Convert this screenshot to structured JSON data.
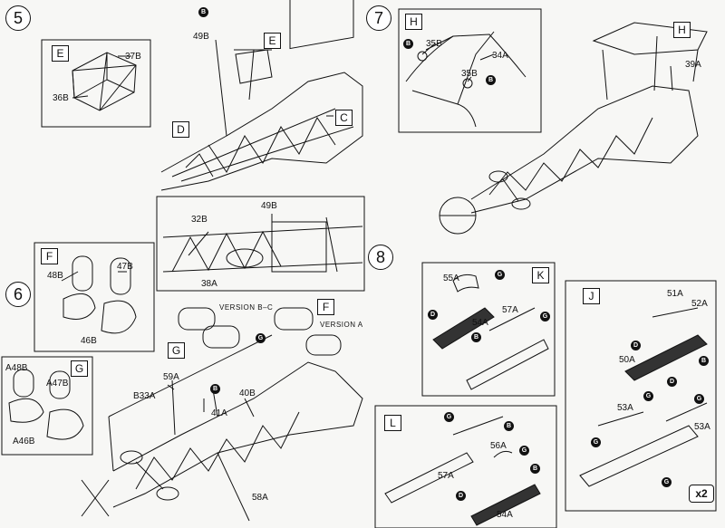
{
  "steps": [
    "5",
    "6",
    "7",
    "8"
  ],
  "boxes": [
    "E",
    "D",
    "C",
    "H",
    "F",
    "G",
    "K",
    "J",
    "L"
  ],
  "parts": {
    "p37B": "37B",
    "p36B": "36B",
    "p49B_5": "49B",
    "p49B_detail": "49B",
    "p32B": "32B",
    "p38A": "38A",
    "p35B_a": "35B",
    "p35B_b": "35B",
    "p34A": "34A",
    "p39A": "39A",
    "p48B": "48B",
    "p47B": "47B",
    "p46B": "46B",
    "pA48B": "A48B",
    "pA47B": "A47B",
    "pA46B": "A46B",
    "p59A": "59A",
    "pB33A": "B33A",
    "p41A": "41A",
    "p40B": "40B",
    "p58A": "58A",
    "p55A": "55A",
    "p54A_k": "54A",
    "p57A": "57A",
    "p51A": "51A",
    "p52A": "52A",
    "p50A": "50A",
    "p53A_a": "53A",
    "p53A_b": "53A",
    "p56A": "56A",
    "p54A_l": "54A",
    "p57A_l": "57A"
  },
  "versions": {
    "bc": "VERSION B–C",
    "a": "VERSION A"
  },
  "sprue_marks": [
    "B",
    "G",
    "D"
  ],
  "multiplier": "x2",
  "colors": {
    "ink": "#111111",
    "paper": "#f7f7f5",
    "dark_part": "#333333"
  }
}
